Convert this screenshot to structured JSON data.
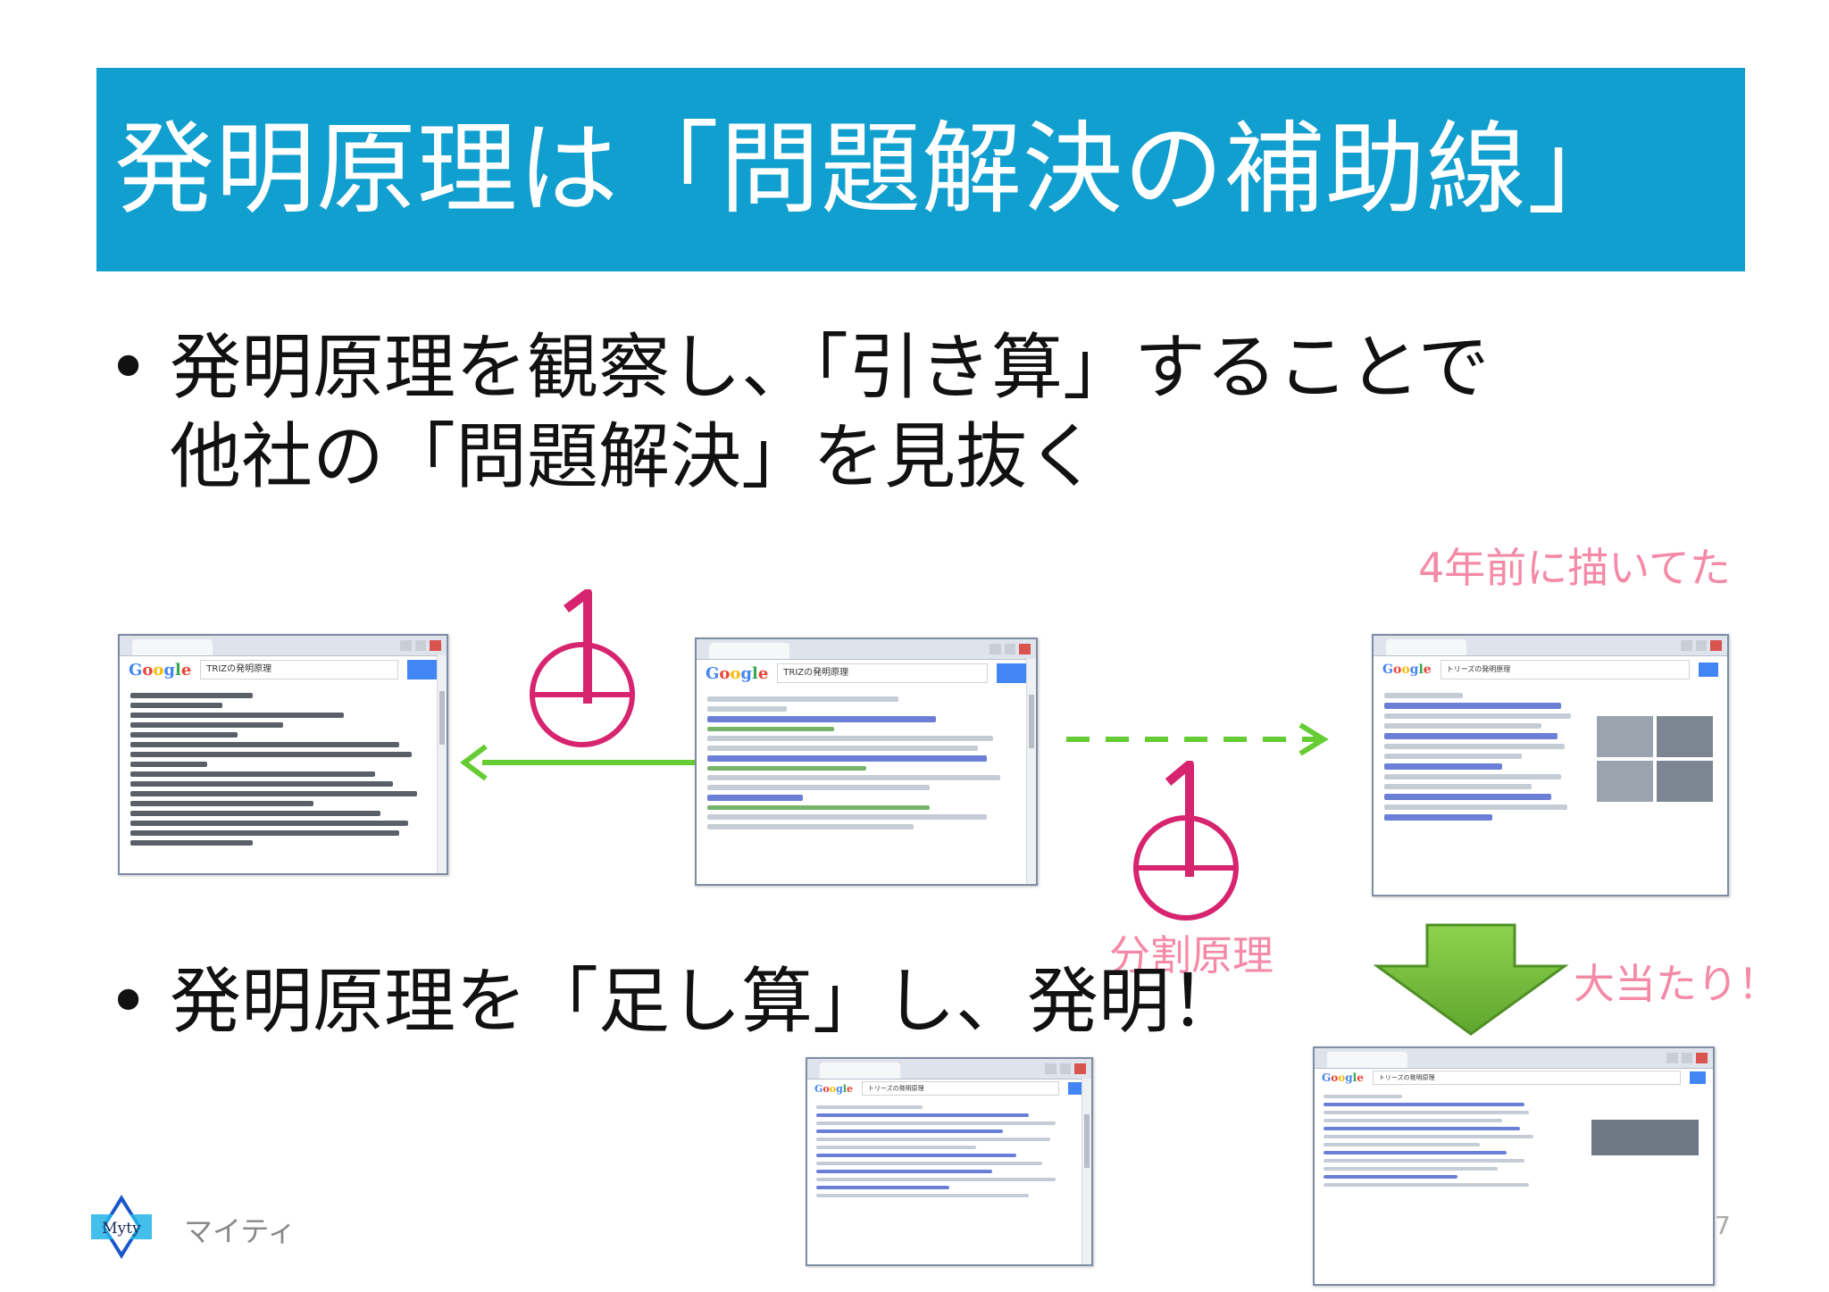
{
  "slide": {
    "title": "発明原理は「問題解決の補助線」",
    "bullets": [
      {
        "marker": "•",
        "lines": [
          "発明原理を観察し、「引き算」することで",
          "他社の「問題解決」を見抜く"
        ]
      },
      {
        "marker": "•",
        "lines": [
          "発明原理を「足し算」し、発明！"
        ]
      }
    ],
    "annotations": {
      "drawn_years_ago": "4年前に描いてた",
      "segmentation_principle": "分割原理",
      "big_hit": "大当たり！"
    },
    "footer": {
      "logo_text": "Myty",
      "company": "マイティ",
      "page_number": "7"
    }
  },
  "screenshots": {
    "left": {
      "logo": "Google",
      "query": "TRIZの発明原理"
    },
    "center": {
      "logo": "Google",
      "query": "TRIZの発明原理"
    },
    "right_top": {
      "logo": "Google",
      "query": "トリーズの発明原理"
    },
    "bottom_middle": {
      "logo": "Google",
      "query": "トリーズの発明原理"
    },
    "bottom_right": {
      "logo": "Google",
      "query": "トリーズの発明原理"
    }
  },
  "colors": {
    "title_bar": "#119fcf",
    "title_text": "#ffffff",
    "pink_annotation": "#f48aa8",
    "magenta_symbol": "#d6246e",
    "green_arrow": "#66cc33",
    "big_green_arrow": "#7ac142",
    "logo_blue": "#1a56c9",
    "logo_cyan": "#23b3e8"
  },
  "icons": {
    "subtract_symbol": "circle-with-one-icon",
    "divide_symbol": "circle-with-one-icon",
    "left_arrow": "arrow-left-icon",
    "dashed_arrow": "dashed-arrow-right-icon",
    "down_arrow": "big-arrow-down-icon",
    "logo": "myty-star-logo-icon"
  }
}
